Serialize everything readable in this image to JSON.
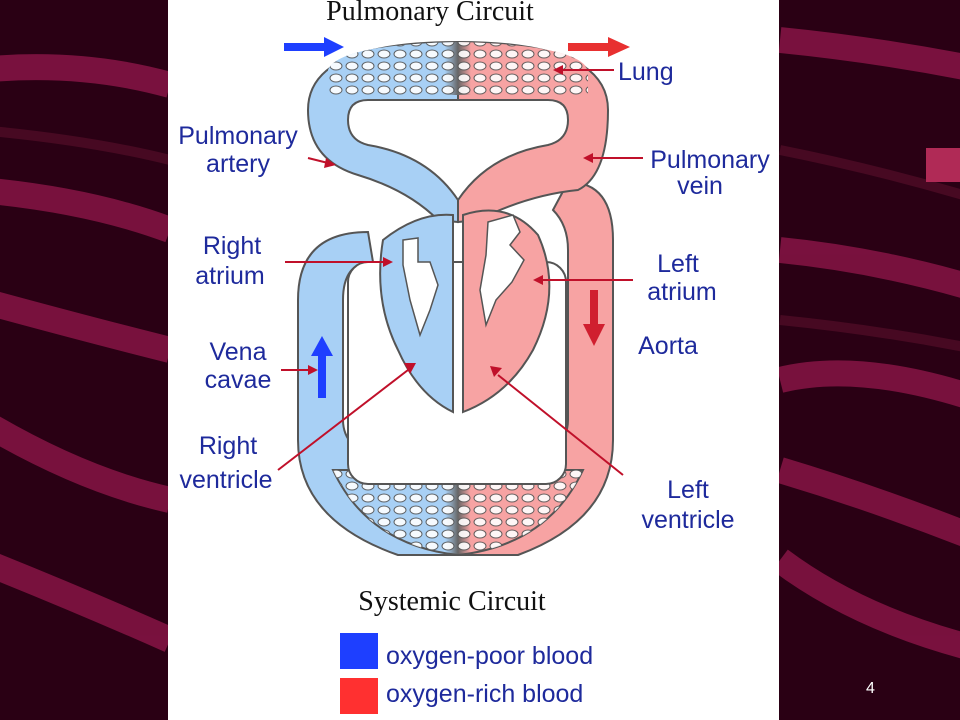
{
  "slide": {
    "page_number": "4"
  },
  "diagram": {
    "top_title": "Pulmonary Circuit",
    "bottom_title": "Systemic Circuit",
    "labels": {
      "lung": "Lung",
      "pulmonary_artery_1": "Pulmonary",
      "pulmonary_artery_2": "artery",
      "pulmonary_vein_1": "Pulmonary",
      "pulmonary_vein_2": "vein",
      "right_atrium_1": "Right",
      "right_atrium_2": "atrium",
      "left_atrium_1": "Left",
      "left_atrium_2": "atrium",
      "aorta": "Aorta",
      "vena_cavae_1": "Vena",
      "vena_cavae_2": "cavae",
      "right_ventricle_1": "Right",
      "right_ventricle_2": "ventricle",
      "left_ventricle_1": "Left",
      "left_ventricle_2": "ventricle"
    },
    "legend": [
      {
        "label": "oxygen-poor blood",
        "color": "#1e3fff"
      },
      {
        "label": "oxygen-rich blood",
        "color": "#ff3030"
      }
    ],
    "colors": {
      "oxygen_poor_fill": "#a8d0f5",
      "oxygen_rich_fill": "#f7a3a3",
      "label_text": "#1e2a9c",
      "pointer_lines": "#c0102a",
      "slide_background": "#2a0014",
      "slide_stripes": "#8a1440"
    }
  }
}
